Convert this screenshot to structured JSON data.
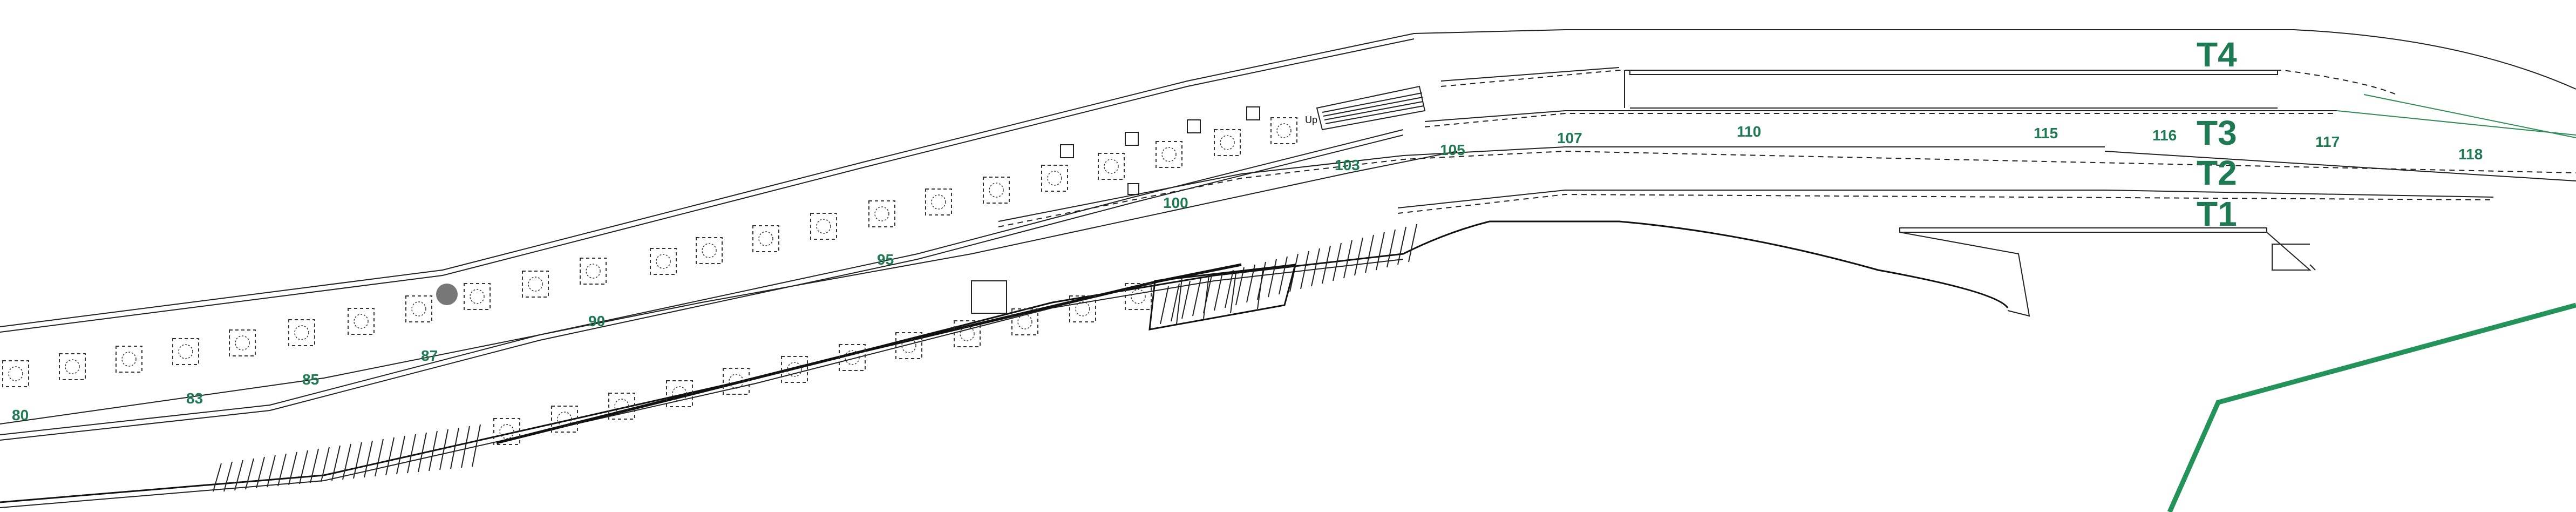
{
  "diagram": {
    "colors": {
      "linework": "#222222",
      "label_green": "#1e7a52",
      "boundary_green": "#23935a"
    },
    "track_labels": [
      "T4",
      "T3",
      "T2",
      "T1"
    ],
    "chainage_labels": [
      "80",
      "83",
      "85",
      "87",
      "90",
      "95",
      "100",
      "103",
      "105",
      "107",
      "110",
      "115",
      "116",
      "117",
      "118"
    ],
    "stair_label": "Up"
  }
}
